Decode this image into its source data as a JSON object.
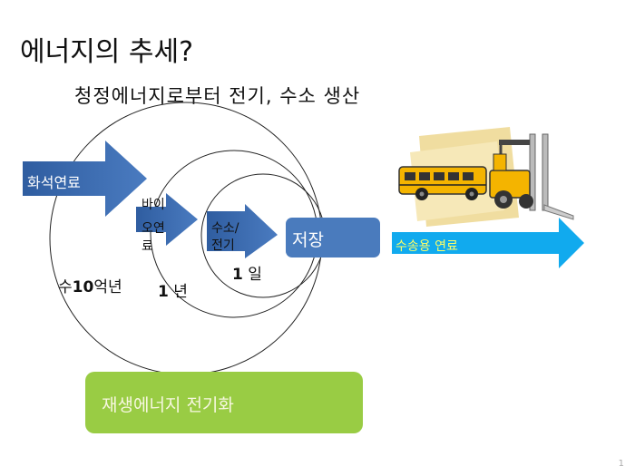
{
  "title": "에너지의 추세?",
  "subtitle": "청정에너지로부터 전기, 수소 생산",
  "arrows": {
    "fossil": "화석연료",
    "bio_line1": "바이",
    "bio_line2": "오연",
    "bio_line3": "료",
    "hydrogen_line1": "수소/",
    "hydrogen_line2": "전기"
  },
  "storage": "저장",
  "transport_fuel": "수송용 연료",
  "timescales": {
    "fossil_prefix": "수",
    "fossil_number": "10",
    "fossil_suffix": "억년",
    "bio_number": "1",
    "bio_suffix": "년",
    "hydrogen_number": "1",
    "hydrogen_suffix": "일"
  },
  "renewable": "재생에너지 전기화",
  "page_number": "1",
  "colors": {
    "arrow_blue": "#3d6db0",
    "storage_box": "#4a7bbd",
    "fuel_arrow": "#11aaee",
    "renewable_box": "#99cc44"
  },
  "icons": [
    "school-bus-icon",
    "forklift-icon"
  ]
}
